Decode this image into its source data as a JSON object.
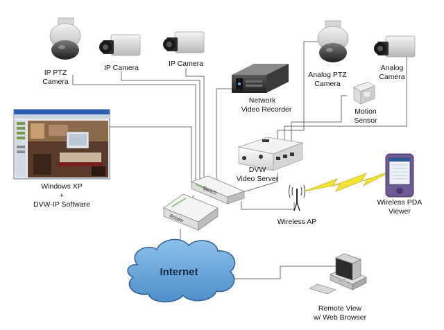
{
  "labels": {
    "ip_ptz_camera": [
      "IP PTZ",
      "Camera"
    ],
    "ip_camera_1": "IP Camera",
    "ip_camera_2": "IP Camera",
    "network_video_recorder": [
      "Network",
      "Video Recorder"
    ],
    "analog_ptz_camera": [
      "Analog PTZ",
      "Camera"
    ],
    "analog_camera": [
      "Analog",
      "Camera"
    ],
    "motion_sensor": [
      "Motion",
      "Sensor"
    ],
    "dvw_video_server": [
      "DVW",
      "Video Server"
    ],
    "windows_xp": [
      "Windows XP",
      "+",
      "DVW-IP Software"
    ],
    "wireless_pda_viewer": [
      "Wireless PDA",
      "Viewer"
    ],
    "wireless_ap": "Wireless AP",
    "switch": "Switch",
    "router": "Router",
    "internet": "Internet",
    "remote_view": [
      "Remote View",
      "w/ Web Browser"
    ]
  },
  "colors": {
    "cloud": "#6ba3d8",
    "cloud_stroke": "#2f5f8f",
    "wire": "#6b6b6b",
    "lightning": "#f2e233"
  }
}
